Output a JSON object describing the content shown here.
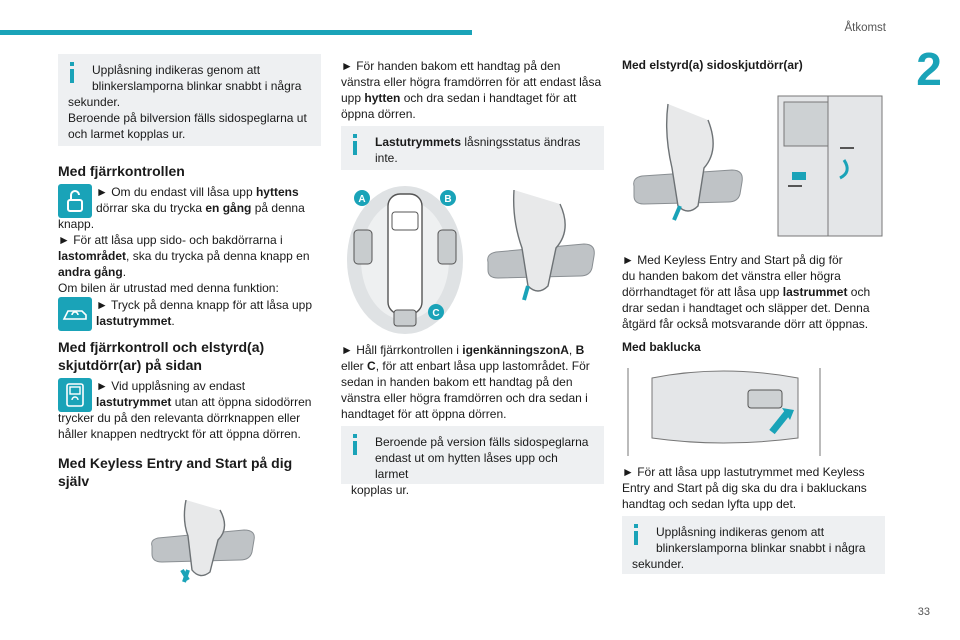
{
  "header": {
    "section": "Åtkomst",
    "chapter": "2",
    "page": "33"
  },
  "col1": {
    "info1": {
      "line1": "Upplåsning indikeras genom att",
      "line2": "blinkerslamporna blinkar snabbt i några",
      "line3": "sekunder.",
      "line4": "Beroende på bilversion fälls sidospeglarna ut",
      "line5": "och larmet kopplas ur."
    },
    "h_remote": "Med fjärrkontrollen",
    "remote": {
      "p1a": "► Om du endast vill låsa upp ",
      "p1b": "hyttens",
      "p1c": "dörrar ska du trycka ",
      "p1d": "en gång",
      "p1e": " på denna",
      "p1f": "knapp.",
      "p2a": "► För att låsa upp sido- och bakdörrarna i",
      "p2b": "lastområdet",
      "p2c": ", ska du trycka på denna knapp en",
      "p2d": "andra gång",
      "p2e": ".",
      "p3": "Om bilen är utrustad med denna funktion:",
      "p4a": "► Tryck på denna knapp för att låsa upp",
      "p4b": "lastutrymmet",
      "p4c": "."
    },
    "h_remote_sliding": "Med fjärrkontroll och elstyrd(a) skjutdörr(ar) på sidan",
    "sliding": {
      "p1a": "► Vid upplåsning av endast",
      "p1b": "lastutrymmet",
      "p1c": " utan att öppna sidodörren",
      "p1d": "trycker du på den relevanta dörrknappen eller",
      "p1e": "håller knappen nedtryckt för att öppna dörren."
    },
    "h_keyless": "Med Keyless Entry and Start på dig själv"
  },
  "col2": {
    "p1": "► För handen bakom ett handtag på den",
    "p2": "vänstra eller högra framdörren för att endast låsa",
    "p3a": "upp ",
    "p3b": "hytten",
    "p3c": " och dra sedan i handtaget för att",
    "p4": "öppna dörren.",
    "info_a": "Lastutrymmets",
    "info_b": " låsningsstatus ändras",
    "info_c": "inte.",
    "zone_labels": [
      "A",
      "B",
      "C"
    ],
    "q1a": "► Håll fjärrkontrollen i ",
    "q1b": "igenkänningszonA",
    "q1c": ", ",
    "q1d": "B",
    "q2a": "eller ",
    "q2b": "C",
    "q2c": ", för att enbart låsa upp lastområdet. För",
    "q3": "sedan in handen bakom ett handtag på den",
    "q4": "vänstra eller högra framdörren och dra sedan i",
    "q5": "handtaget för att öppna dörren.",
    "info2_1": "Beroende på version fälls sidospeglarna",
    "info2_2": "endast ut om hytten låses upp och larmet",
    "info2_3": "kopplas ur."
  },
  "col3": {
    "h_sliding": "Med elstyrd(a) sidoskjutdörr(ar)",
    "s1": "► Med Keyless Entry and Start på dig för",
    "s2": "du handen bakom det vänstra eller högra",
    "s3a": "dörrhandtaget för att låsa upp ",
    "s3b": "lastrummet",
    "s3c": " och",
    "s4": "drar sedan i handtaget och släpper det. Denna",
    "s5": "åtgärd får också motsvarande dörr att öppnas.",
    "h_tailgate": "Med baklucka",
    "t1": "► För att låsa upp lastutrymmet med Keyless",
    "t2": "Entry and Start på dig ska du dra i bakluckans",
    "t3": "handtag och sedan lyfta upp det.",
    "info1": "Upplåsning indikeras genom att",
    "info2": "blinkerslamporna blinkar snabbt i några",
    "info3": "sekunder."
  },
  "colors": {
    "accent": "#1aa3b8",
    "infobox": "#eef0f2"
  }
}
